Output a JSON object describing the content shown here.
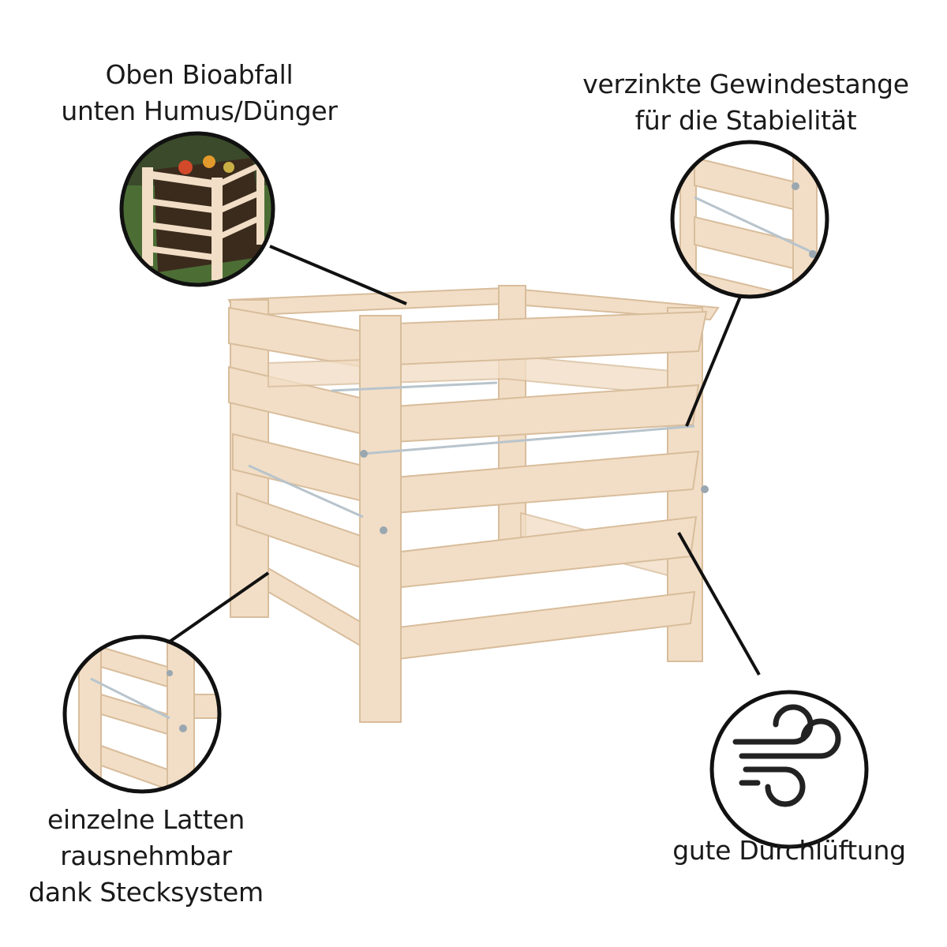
{
  "callouts": {
    "top_left": {
      "lines": [
        "Oben Bioabfall",
        "unten Humus/Dünger"
      ],
      "icon": "compost-thumbnail"
    },
    "top_right": {
      "lines": [
        "verzinkte Gewindestange",
        "für die Stabielität"
      ],
      "icon": "threaded-rod-detail"
    },
    "bottom_left": {
      "lines": [
        "einzelne Latten",
        "rausnehmbar",
        "dank Stecksystem"
      ],
      "icon": "removable-slats-detail"
    },
    "bottom_right": {
      "lines": [
        "gute Durchlüftung"
      ],
      "icon": "wind-icon"
    }
  },
  "colors": {
    "wood": "#f2dec6",
    "wood_edge": "#d8bd9c",
    "outline": "#111111"
  }
}
